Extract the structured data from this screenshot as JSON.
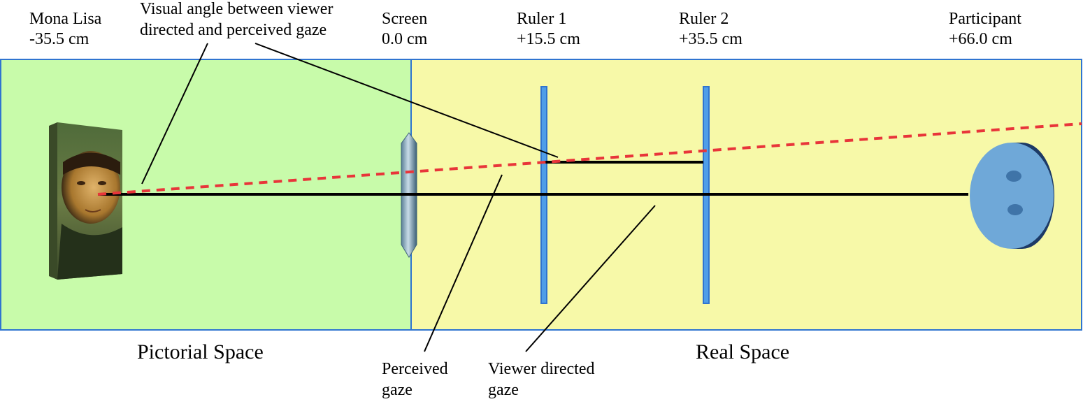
{
  "markers": {
    "mona_lisa": {
      "name": "Mona Lisa",
      "distance": "-35.5 cm"
    },
    "screen": {
      "name": "Screen",
      "distance": "0.0 cm"
    },
    "ruler1": {
      "name": "Ruler 1",
      "distance": "+15.5 cm"
    },
    "ruler2": {
      "name": "Ruler 2",
      "distance": "+35.5 cm"
    },
    "participant": {
      "name": "Participant",
      "distance": "+66.0 cm"
    }
  },
  "annotations": {
    "visual_angle": "Visual angle between viewer\ndirected and perceived gaze",
    "perceived_gaze": "Perceived\ngaze",
    "viewer_directed_gaze": "Viewer directed\ngaze"
  },
  "regions": {
    "pictorial_space": "Pictorial Space",
    "real_space": "Real Space"
  },
  "colors": {
    "pictorial_space_fill": "#c8fbaa",
    "real_space_fill": "#f7f9a8",
    "region_border": "#2f74d0",
    "ruler_fill": "#4f9ee8",
    "perceived_gaze_line": "#e8353a",
    "viewer_gaze_line": "#000000",
    "participant_head": "#6fa8d8",
    "participant_head_side": "#1d3a66"
  }
}
